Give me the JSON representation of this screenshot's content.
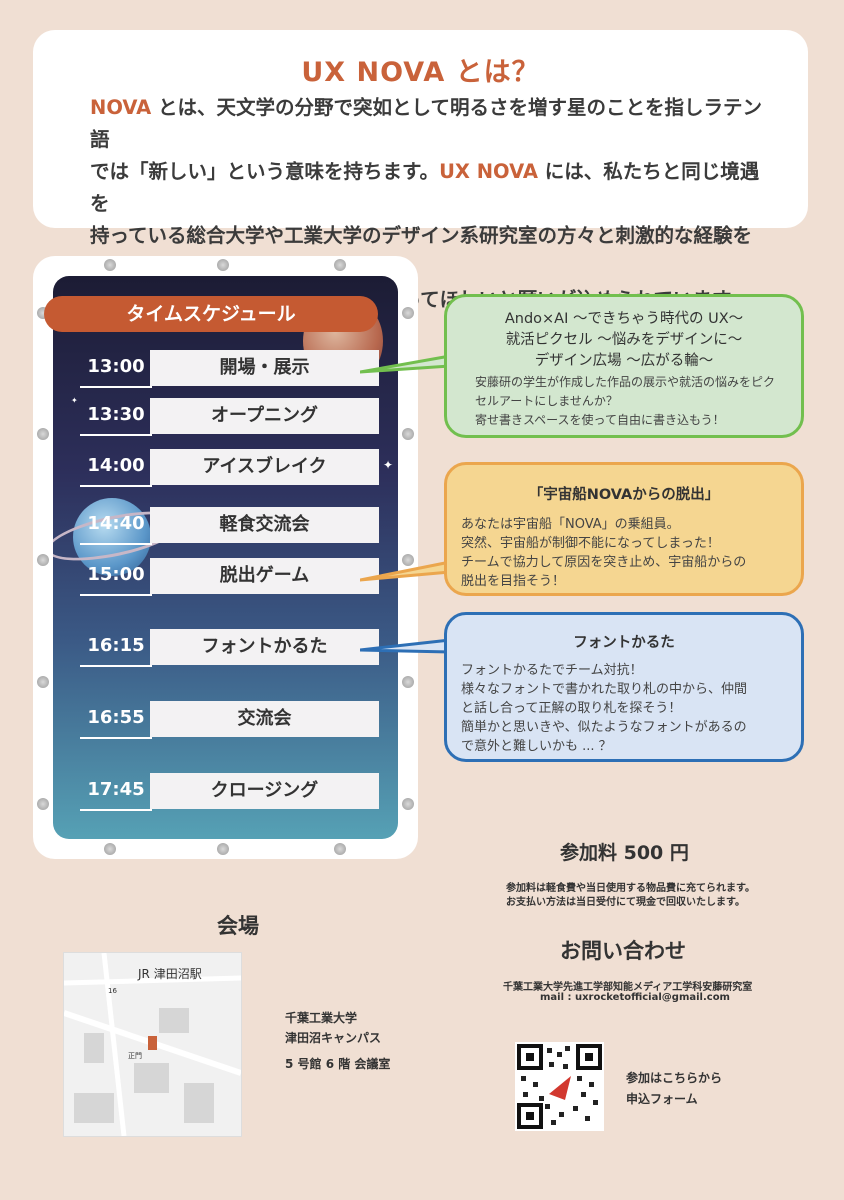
{
  "intro": {
    "title": "UX NOVA とは？",
    "body_1a": "NOVA",
    "body_1b": " とは、天文学の分野で突如として明るさを増す星のことを指しラテン語",
    "body_2a": "では「新しい」という意味を持ちます。",
    "body_2b": "UX NOVA",
    "body_2c": " には、私たちと同じ境遇を",
    "body_3": "持っている総合大学や工業大学のデザイン系研究室の方々と刺激的な経験をす",
    "body_4": "ることができる新しい交流の場になってほしいと願いが込められています。"
  },
  "schedule": {
    "title": "タイムスケジュール",
    "rows": [
      {
        "time": "13:00",
        "event": "開場・展示"
      },
      {
        "time": "13:30",
        "event": "オープニング"
      },
      {
        "time": "14:00",
        "event": "アイスブレイク"
      },
      {
        "time": "14:40",
        "event": "軽食交流会"
      },
      {
        "time": "15:00",
        "event": "脱出ゲーム"
      },
      {
        "time": "16:15",
        "event": "フォントかるた"
      },
      {
        "time": "16:55",
        "event": "交流会"
      },
      {
        "time": "17:45",
        "event": "クロージング"
      }
    ]
  },
  "bubbles": {
    "exhibit": {
      "head_1": "Ando×AI 〜できちゃう時代の UX〜",
      "head_2": "就活ピクセル 〜悩みをデザインに〜",
      "head_3": "デザイン広場 〜広がる輪〜",
      "body_1": "安藤研の学生が作成した作品の展示や就活の悩みをピク",
      "body_2": "セルアートにしませんか？",
      "body_3": "寄せ書きスペースを使って自由に書き込もう！"
    },
    "escape": {
      "head": "「宇宙船NOVAからの脱出」",
      "body_1": "あなたは宇宙船「NOVA」の乗組員。",
      "body_2": "突然、宇宙船が制御不能になってしまった！",
      "body_3": "チームで協力して原因を突き止め、宇宙船からの",
      "body_4": "脱出を目指そう！"
    },
    "karuta": {
      "head": "フォントかるた",
      "body_1": "フォントかるたでチーム対抗！",
      "body_2": "様々なフォントで書かれた取り札の中から、仲間",
      "body_3": "と話し合って正解の取り札を探そう！",
      "body_4": "簡単かと思いきや、似たようなフォントがあるの",
      "body_5": "で意外と難しいかも ... ？"
    }
  },
  "fee": {
    "title": "参加料 500 円",
    "note_1": "参加料は軽食費や当日使用する物品費に充てられます。",
    "note_2": "お支払い方法は当日受付にて現金で回収いたします。"
  },
  "contact": {
    "title": "お問い合わせ",
    "org": "千葉工業大学先進工学部知能メディア工学科安藤研究室",
    "mail": "mail : uxrocketofficial@gmail.com"
  },
  "venue": {
    "title": "会場",
    "map_station": "JR 津田沼駅",
    "map_road": "16",
    "map_gate": "正門",
    "line_1": "千葉工業大学",
    "line_2": "津田沼キャンパス",
    "line_3": "5 号館 6 階 会議室"
  },
  "form": {
    "line_1": "参加はこちらから",
    "line_2": "申込フォーム"
  },
  "colors": {
    "accent": "#c9623a",
    "background": "#f0dfd3",
    "green": "#72bf4e",
    "orange": "#eba64d",
    "blue": "#2d6fb5"
  }
}
